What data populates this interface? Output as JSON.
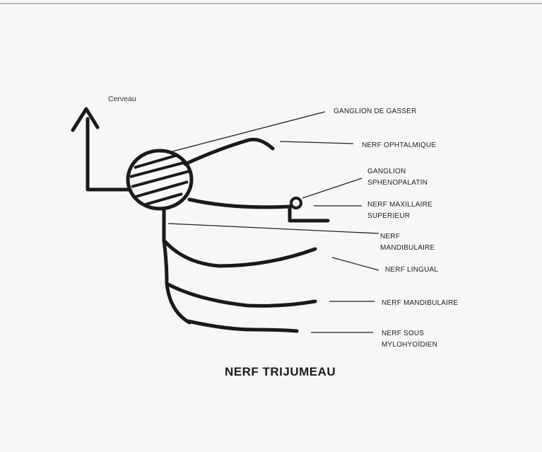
{
  "title": "NERF TRIJUMEAU",
  "top_label": "Cerveau",
  "labels": {
    "ganglion_gasser": "GANGLION DE GASSER",
    "ophtalmique": "NERF OPHTALMIQUE",
    "spheno_1": "GANGLION",
    "spheno_2": "SPHENOPALATIN",
    "maxillaire_1": "NERF MAXILLAIRE",
    "maxillaire_2": "SUPERIEUR",
    "mandibulaire_1": "NERF",
    "mandibulaire_2": "MANDIBULAIRE",
    "lingual": "NERF LINGUAL",
    "mandibulaire_branch": "NERF MANDIBULAIRE",
    "sous_1": "NERF SOUS",
    "sous_2": "MYLOHYOÏDIEN"
  }
}
